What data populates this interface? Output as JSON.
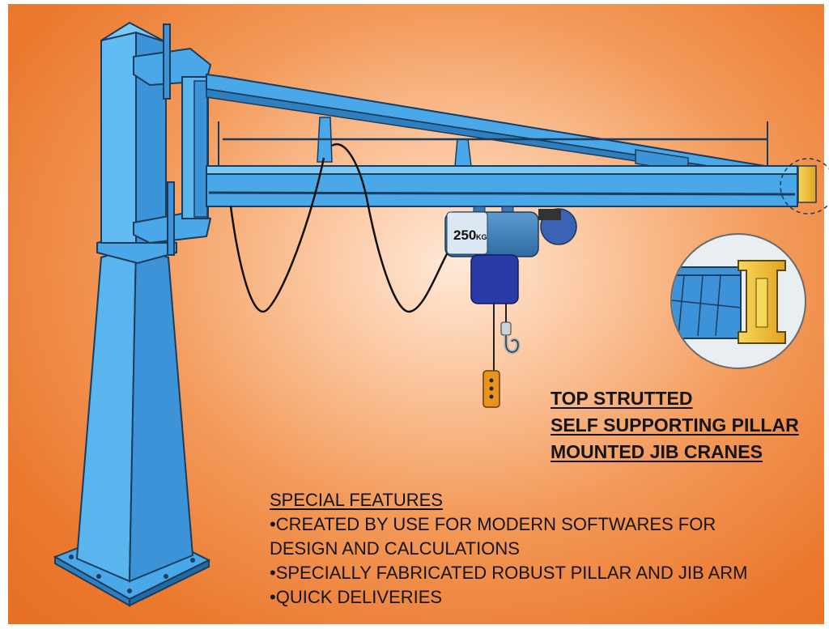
{
  "title_lines": [
    "TOP STRUTTED",
    "SELF SUPPORTING PILLAR",
    "MOUNTED JIB CRANES"
  ],
  "features": {
    "heading": "SPECIAL FEATURES",
    "items": [
      "•CREATED BY USE FOR MODERN SOFTWARES FOR",
      "DESIGN AND CALCULATIONS",
      "•SPECIALLY FABRICATED ROBUST PILLAR AND JIB ARM",
      "•QUICK DELIVERIES"
    ]
  },
  "hoist_capacity_label": "250",
  "hoist_capacity_unit": "KG",
  "colors": {
    "background": "#eb7a30",
    "crane": "#4aa8e8",
    "crane_outline": "#1b3c5c",
    "hoist_motor": "#3b76ad",
    "hoist_body": "#2a3aa8",
    "rail_detail": "#f2c23a",
    "pendant": "#e8931e"
  },
  "icons": [
    "pillar-jib-crane-illustration",
    "electric-hoist-icon",
    "hook-icon",
    "pendant-control-icon",
    "rail-profile-zoom-icon"
  ]
}
